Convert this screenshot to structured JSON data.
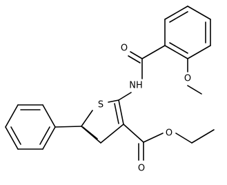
{
  "molecule": {
    "atom_labels": {
      "O_amide": "O",
      "NH": "NH",
      "O_ether": "O",
      "S": "S",
      "O_carbonyl": "O",
      "O_ester": "O"
    }
  }
}
